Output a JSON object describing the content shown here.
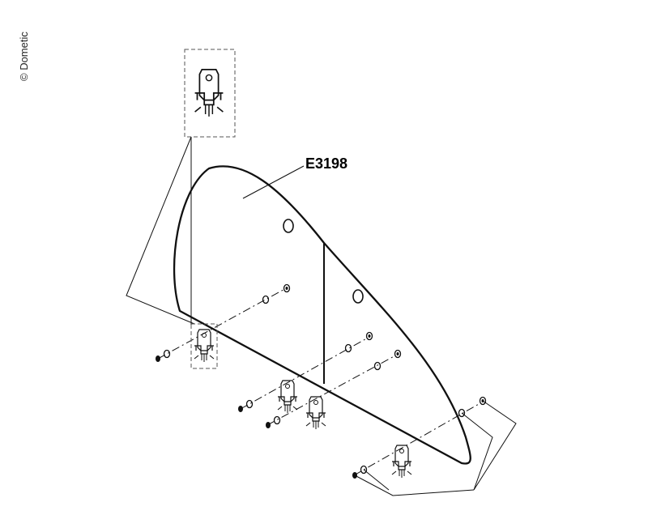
{
  "copyright": "© Dometic",
  "part_number": "E3198",
  "parts": [
    {
      "name": "detail-bracket-top",
      "icon": "bracket-clip-icon"
    },
    {
      "name": "bracket-1",
      "icon": "bracket-clip-icon"
    },
    {
      "name": "bracket-2",
      "icon": "bracket-clip-icon"
    },
    {
      "name": "bracket-3",
      "icon": "bracket-clip-icon"
    },
    {
      "name": "bracket-4",
      "icon": "bracket-clip-icon"
    }
  ]
}
